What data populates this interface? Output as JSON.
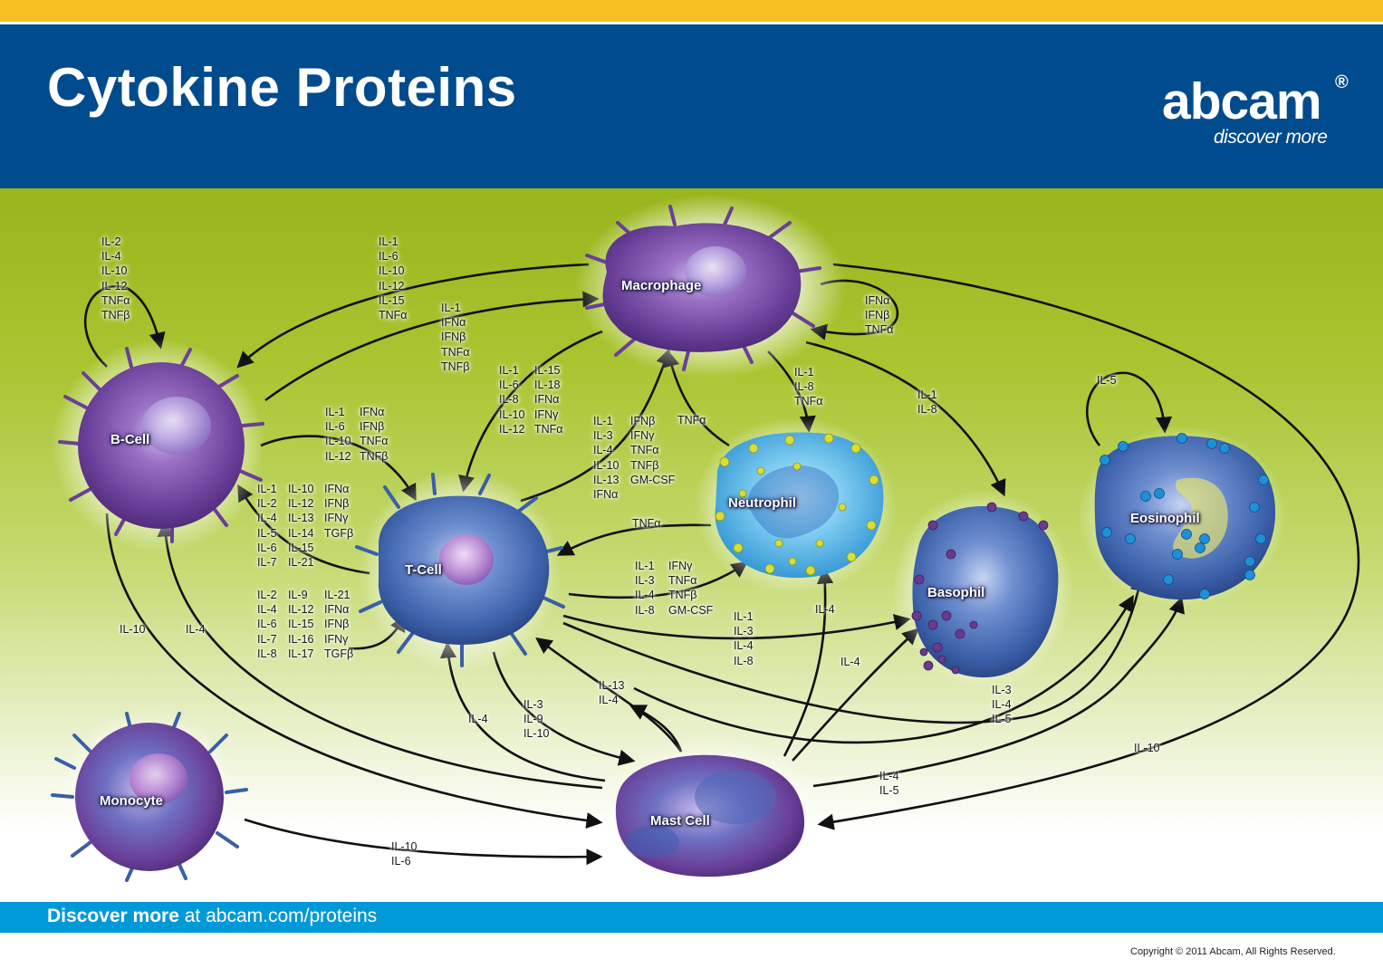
{
  "header": {
    "title": "Cytokine Proteins",
    "brand_name": "abcam",
    "brand_mark": "®",
    "tagline": "discover more"
  },
  "footer": {
    "lead": "Discover more",
    "rest": " at abcam.com/proteins",
    "copyright": "Copyright © 2011 Abcam, All Rights Reserved."
  },
  "cells": {
    "bcell": "B-Cell",
    "macrophage": "Macrophage",
    "tcell": "T-Cell",
    "neutrophil": "Neutrophil",
    "basophil": "Basophil",
    "eosinophil": "Eosinophil",
    "monocyte": "Monocyte",
    "mastcell": "Mast Cell"
  },
  "labels": {
    "bcell_self": "IL-2\nIL-4\nIL-10\nIL-12\nTNFα\nTNFβ",
    "macro_to_bcell": "IL-1\nIL-6\nIL-10\nIL-12\nIL-15\nTNFα",
    "bcell_to_macro": "IL-1\nIFNα\nIFNβ\nTNFα\nTNFβ",
    "macro_self": "IFNα\nIFNβ\nTNFα",
    "macro_to_tcell_a": "IL-1\nIL-6\nIL-8\nIL-10\nIL-12",
    "macro_to_tcell_b": "IL-15\nIL-18\nIFNα\nIFNγ\nTNFα",
    "bcell_to_tcell_a": "IL-1\nIL-6\nIL-10\nIL-12",
    "bcell_to_tcell_b": "IFNα\nIFNβ\nTNFα\nTNFβ",
    "tcell_to_macro_a": "IL-1\nIL-3\nIL-4\nIL-10\nIL-13\nIFNα",
    "tcell_to_macro_b": "IFNβ\nIFNγ\nTNFα\nTNFβ\nGM-CSF",
    "neutro_to_macro": "TNFα",
    "macro_to_neutro": "IL-1\nIL-8\nTNFα",
    "macro_to_baso": "IL-1\nIL-8",
    "eosino_self": "IL-5",
    "tcell_to_bcell_a": "IL-1\nIL-2\nIL-4\nIL-5\nIL-6\nIL-7",
    "tcell_to_bcell_b": "IL-10\nIL-12\nIL-13\nIL-14\nIL-15\nIL-21",
    "tcell_to_bcell_c": "IFNα\nIFNβ\nIFNγ\nTGFβ",
    "tcell_self_a": "IL-2\nIL-4\nIL-6\nIL-7\nIL-8",
    "tcell_self_b": "IL-9\nIL-12\nIL-15\nIL-16\nIL-17",
    "tcell_self_c": "IL-21\nIFNα\nIFNβ\nIFNγ\nTGFβ",
    "neutro_to_tcell": "TNFα",
    "tcell_to_neutro_a": "IL-1\nIL-3\nIL-4\nIL-8",
    "tcell_to_neutro_b": "IFNγ\nTNFα\nTNFβ\nGM-CSF",
    "tcell_to_baso": "IL-1\nIL-3\nIL-4\nIL-8",
    "mast_to_neutro": "IL-4",
    "mast_to_baso": "IL-4",
    "tcell_to_eosino": "IL-3\nIL-4\nIL-5",
    "mast_to_eosino": "IL-4\nIL-5",
    "macro_to_mast": "IL-10",
    "bcell_to_mast": "IL-10",
    "mast_to_bcell": "IL-4",
    "mast_to_tcell": "IL-4",
    "tcell_to_mast": "IL-3\nIL-9\nIL-10",
    "mast_to_tcell_b": "IL-13\nIL-4",
    "mono_to_mast": "IL-10\nIL-6"
  },
  "colors": {
    "header_blue": "#004b8d",
    "top_yellow": "#f6c022",
    "footer_blue": "#0099d8",
    "cell_purple": "#7a4f9e",
    "cell_blue": "#3f6fb0",
    "neutrophil_cyan": "#3aa6e0",
    "granule_yellow": "#d8dd3a",
    "granule_blue": "#1f8fd6",
    "granule_purple": "#6a3a8e"
  }
}
